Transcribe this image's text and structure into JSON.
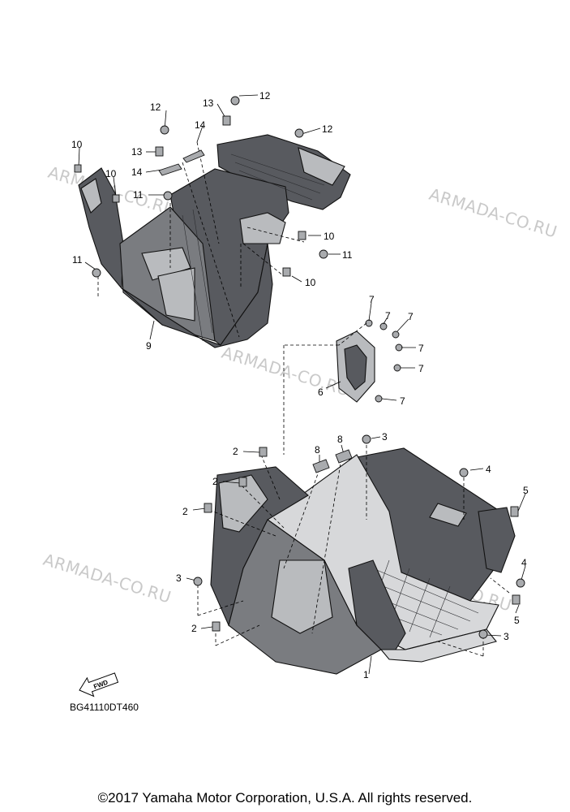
{
  "watermark": "ARMADA-CO.RU",
  "diagram_code": "BG41110DT460",
  "copyright": "©2017 Yamaha Motor Corporation, U.S.A. All rights reserved.",
  "fwd_label": "FWD",
  "callouts": {
    "c12a": "12",
    "c13a": "13",
    "c12b": "12",
    "c14a": "14",
    "c12c": "12",
    "c10a": "10",
    "c13b": "13",
    "c10b": "10",
    "c14b": "14",
    "c11a": "11",
    "c10c": "10",
    "c11b": "11",
    "c11c": "11",
    "c10d": "10",
    "c9": "9",
    "c7a": "7",
    "c7b": "7",
    "c7c": "7",
    "c7d": "7",
    "c7e": "7",
    "c7f": "7",
    "c6": "6",
    "c2a": "2",
    "c8a": "8",
    "c8b": "8",
    "c3a": "3",
    "c4a": "4",
    "c2b": "2",
    "c5a": "5",
    "c2c": "2",
    "c3b": "3",
    "c4b": "4",
    "c5b": "5",
    "c2d": "2",
    "c3c": "3",
    "c1": "1"
  },
  "colors": {
    "part_dark": "#585a5f",
    "part_light": "#b9bbbe",
    "watermark": "#c9c9c9"
  }
}
